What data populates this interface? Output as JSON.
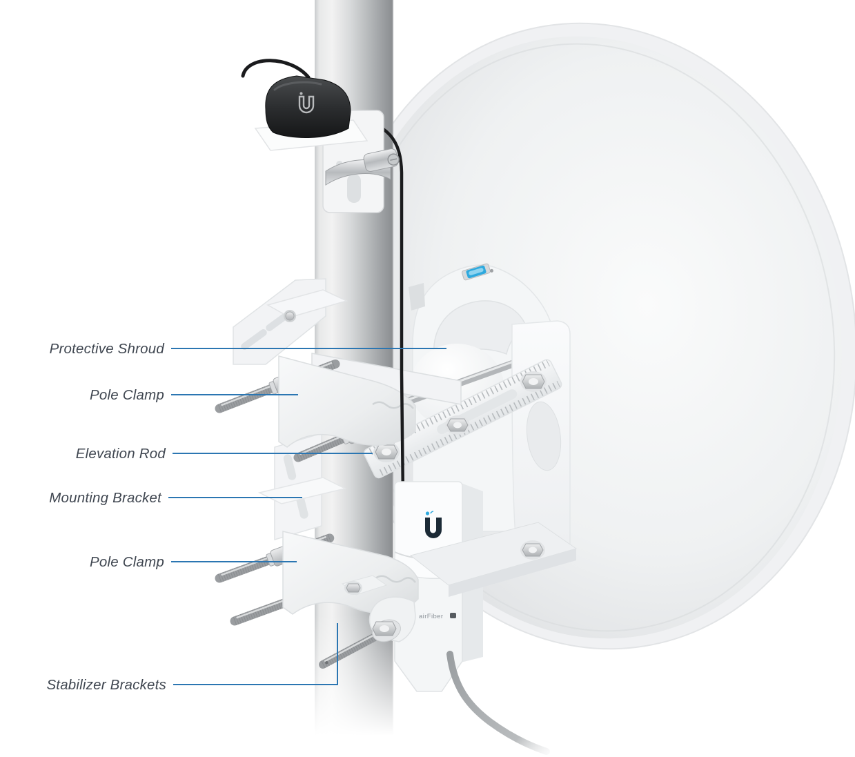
{
  "figure": {
    "type": "hardware-installation-diagram",
    "subject": "dish antenna pole-mount assembly"
  },
  "callouts": [
    {
      "label": "Protective Shroud"
    },
    {
      "label": "Pole Clamp"
    },
    {
      "label": "Elevation Rod"
    },
    {
      "label": "Mounting Bracket"
    },
    {
      "label": "Pole Clamp"
    },
    {
      "label": "Stabilizer Brackets"
    }
  ],
  "device": {
    "brand_label": "airFiber"
  },
  "icons": {
    "gps_puck_logo": "ubiquiti-u-icon",
    "radio_logo": "ubiquiti-u-icon",
    "level": "bubble-level-icon"
  },
  "colors": {
    "leader_line": "#2b76b2",
    "label_text": "#3f4650",
    "level_blue": "#2ea9de",
    "logo_blue": "#2ea9de",
    "cable_black": "#1a1b1d",
    "dish_gray": "#e4e6e8",
    "pole_gray": "#b4b7b9"
  }
}
